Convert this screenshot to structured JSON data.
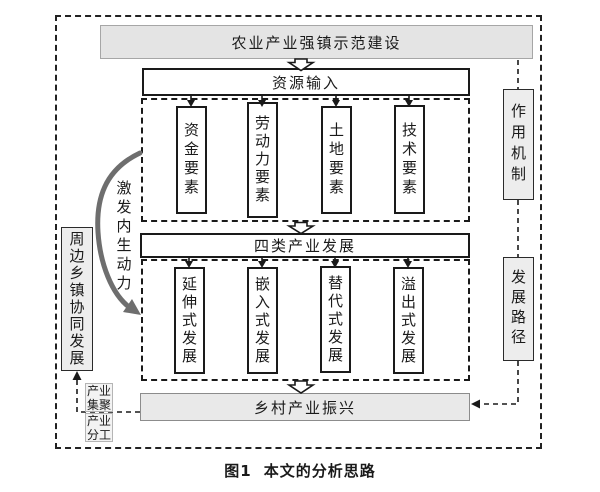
{
  "diagram": {
    "top_box": "农业产业强镇示范建设",
    "resource_input": "资源输入",
    "elements": [
      {
        "label": "资金要素"
      },
      {
        "label": "劳动力要素"
      },
      {
        "label": "土地要素"
      },
      {
        "label": "技术要素"
      }
    ],
    "four_types_header": "四类产业发展",
    "development_modes": [
      {
        "label": "延伸式发展"
      },
      {
        "label": "嵌入式发展"
      },
      {
        "label": "替代式发展"
      },
      {
        "label": "溢出式发展"
      }
    ],
    "rural_revitalization": "乡村产业振兴",
    "right_side": {
      "mechanism": "作用机制",
      "path": "发展路径"
    },
    "left_side": {
      "neighbor_towns": "周边乡镇协同发展",
      "curve_label": "激发内生动力",
      "agglomeration": "产业集聚",
      "division": "产业分工"
    },
    "caption": {
      "number": "图1",
      "title": "本文的分析思路"
    },
    "colors": {
      "gray_fill_light": "#e4e4e4",
      "gray_fill_mid": "#e9e9e9",
      "gray_fill_side": "#ededed",
      "line_dark": "#1a1a1a",
      "curve_gray": "#6e6e6e"
    }
  }
}
